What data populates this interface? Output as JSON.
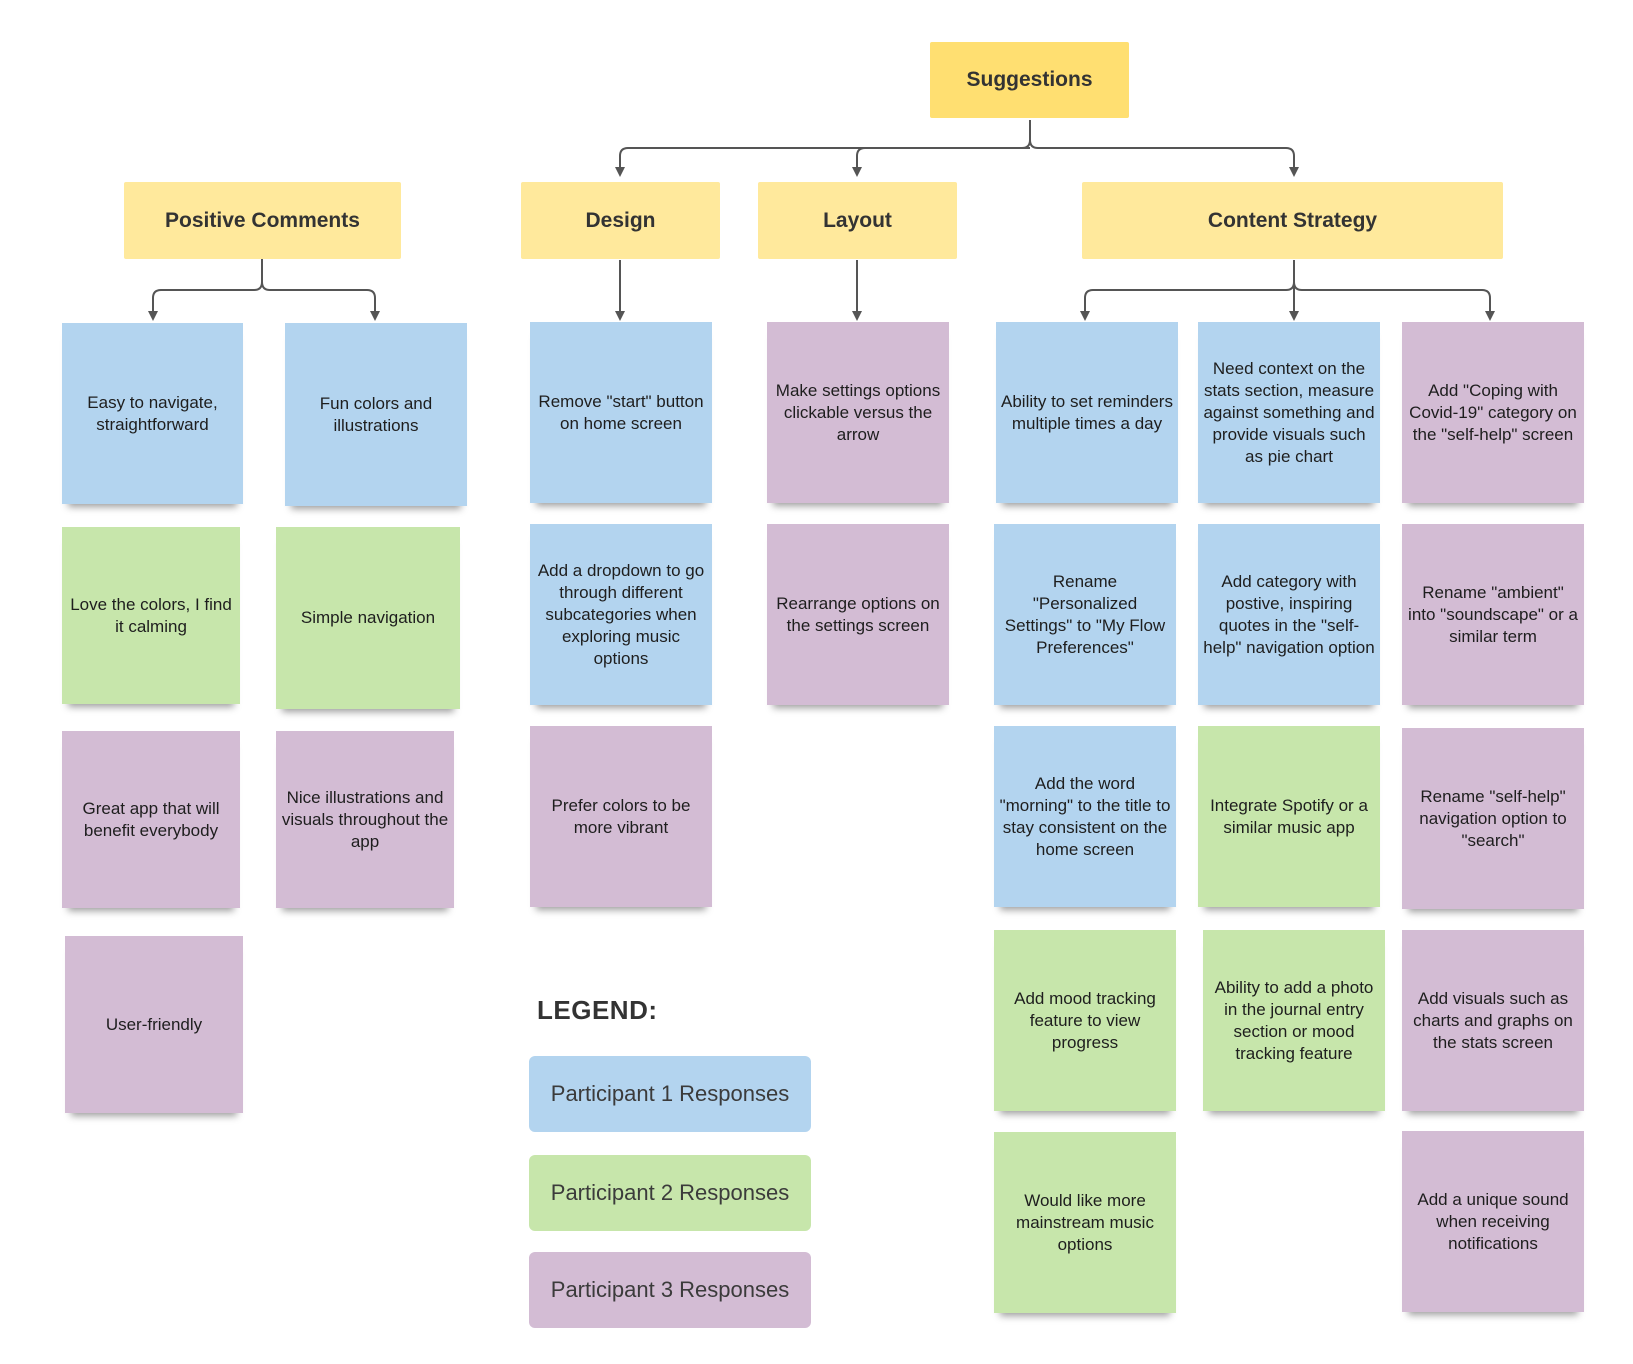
{
  "root": "Suggestions",
  "categories": {
    "positive": "Positive Comments",
    "design": "Design",
    "layout": "Layout",
    "content": "Content Strategy"
  },
  "colors": {
    "root": "#ffdf71",
    "category": "#ffe99c",
    "participant_1": "#b3d4ef",
    "participant_2": "#c7e6ab",
    "participant_3": "#d3bcd4",
    "connector": "#555555"
  },
  "notes": {
    "pos_a1": "Easy to navigate, straightforward",
    "pos_a2": "Love the colors, I find it calming",
    "pos_a3": "Great app that will benefit everybody",
    "pos_a4": "User-friendly",
    "pos_b1": "Fun colors and illustrations",
    "pos_b2": "Simple navigation",
    "pos_b3": "Nice illustrations and visuals throughout the app",
    "design_1": "Remove \"start\" button on home screen",
    "design_2": "Add a dropdown to go through different subcategories when exploring music options",
    "design_3": "Prefer colors to be more vibrant",
    "layout_1": "Make settings options clickable versus the arrow",
    "layout_2": "Rearrange options on the settings screen",
    "cs_a1": "Ability to set reminders multiple times a day",
    "cs_a2": "Rename \"Personalized Settings\" to \"My Flow Preferences\"",
    "cs_a3": "Add the word \"morning\" to the title to stay consistent on the home screen",
    "cs_a4": "Add mood tracking feature to view progress",
    "cs_a5": "Would like more mainstream music options",
    "cs_b1": "Need context on the stats section, measure against something and provide visuals such as pie chart",
    "cs_b2": "Add category with postive, inspiring quotes in the \"self-help\" navigation option",
    "cs_b3": "Integrate Spotify or a similar music app",
    "cs_b4": "Ability to add a photo in the journal entry section or mood tracking feature",
    "cs_c1": "Add \"Coping with Covid-19\" category on the \"self-help\" screen",
    "cs_c2": "Rename \"ambient\" into \"soundscape\" or a similar term",
    "cs_c3": "Rename \"self-help\" navigation option to \"search\"",
    "cs_c4": "Add visuals such as charts and graphs on the stats screen",
    "cs_c5": "Add a unique sound when receiving notifications"
  },
  "legend": {
    "title": "LEGEND:",
    "participant_1": "Participant 1 Responses",
    "participant_2": "Participant 2 Responses",
    "participant_3": "Participant 3 Responses"
  }
}
